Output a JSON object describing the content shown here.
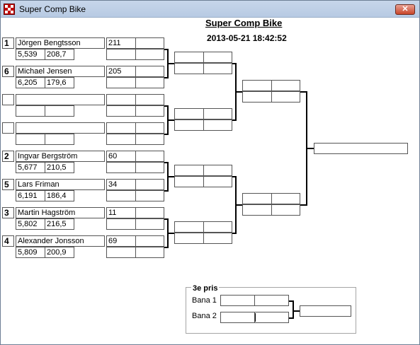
{
  "window": {
    "title": "Super Comp Bike",
    "close_glyph": "✕"
  },
  "header": {
    "title": "Super Comp Bike",
    "datetime": "2013-05-21 18:42:52"
  },
  "riders": [
    {
      "seed": "1",
      "name": "Jörgen Bengtsson",
      "time": "5,539",
      "speed": "208,7",
      "score": "211"
    },
    {
      "seed": "6",
      "name": "Michael Jensen",
      "time": "6,205",
      "speed": "179,6",
      "score": "205"
    },
    {
      "seed": "",
      "name": "",
      "time": "",
      "speed": "",
      "score": ""
    },
    {
      "seed": "",
      "name": "",
      "time": "",
      "speed": "",
      "score": ""
    },
    {
      "seed": "2",
      "name": "Ingvar Bergström",
      "time": "5,677",
      "speed": "210,5",
      "score": "60"
    },
    {
      "seed": "5",
      "name": "Lars Friman",
      "time": "6,191",
      "speed": "186,4",
      "score": "34"
    },
    {
      "seed": "3",
      "name": "Martin Hagström",
      "time": "5,802",
      "speed": "216,5",
      "score": "11"
    },
    {
      "seed": "4",
      "name": "Alexander Jonsson",
      "time": "5,809",
      "speed": "200,9",
      "score": "69"
    }
  ],
  "third_place": {
    "legend": "3e pris",
    "lane1": "Bana 1",
    "lane2": "Bana 2"
  }
}
